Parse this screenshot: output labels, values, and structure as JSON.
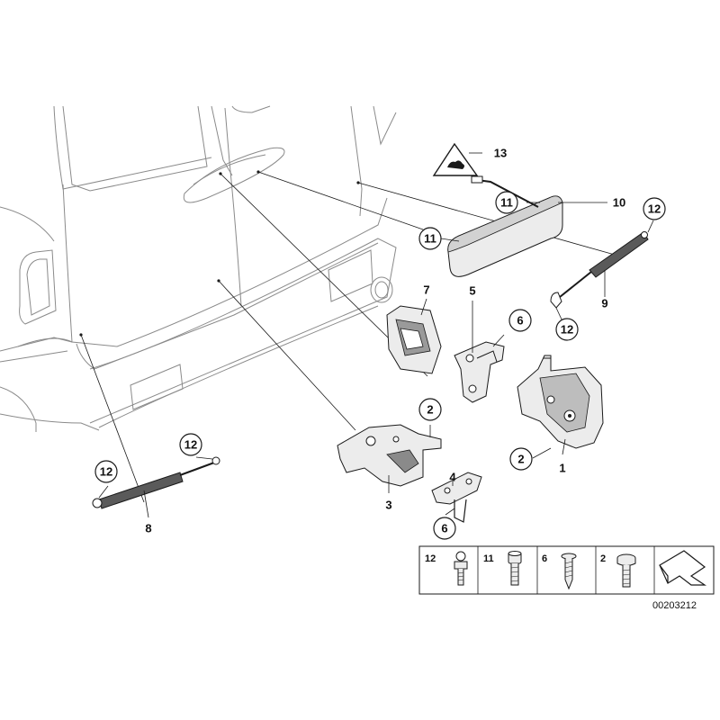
{
  "diagram": {
    "reference_number": "00203212",
    "callouts": [
      {
        "id": "c13",
        "text": "13",
        "circled": false
      },
      {
        "id": "c10",
        "text": "10",
        "circled": false
      },
      {
        "id": "c11a",
        "text": "11",
        "circled": true
      },
      {
        "id": "c11b",
        "text": "11",
        "circled": true
      },
      {
        "id": "c12a",
        "text": "12",
        "circled": true
      },
      {
        "id": "c9",
        "text": "9",
        "circled": false
      },
      {
        "id": "c12b",
        "text": "12",
        "circled": true
      },
      {
        "id": "c7",
        "text": "7",
        "circled": false
      },
      {
        "id": "c5",
        "text": "5",
        "circled": false
      },
      {
        "id": "c6a",
        "text": "6",
        "circled": true
      },
      {
        "id": "c2a",
        "text": "2",
        "circled": true
      },
      {
        "id": "c2b",
        "text": "2",
        "circled": true
      },
      {
        "id": "c1",
        "text": "1",
        "circled": false
      },
      {
        "id": "c4",
        "text": "4",
        "circled": false
      },
      {
        "id": "c3",
        "text": "3",
        "circled": false
      },
      {
        "id": "c6b",
        "text": "6",
        "circled": true
      },
      {
        "id": "c12c",
        "text": "12",
        "circled": true
      },
      {
        "id": "c12d",
        "text": "12",
        "circled": true
      },
      {
        "id": "c8",
        "text": "8",
        "circled": false
      }
    ],
    "legend": [
      {
        "text": "12"
      },
      {
        "text": "11"
      },
      {
        "text": "6"
      },
      {
        "text": "2"
      }
    ]
  }
}
